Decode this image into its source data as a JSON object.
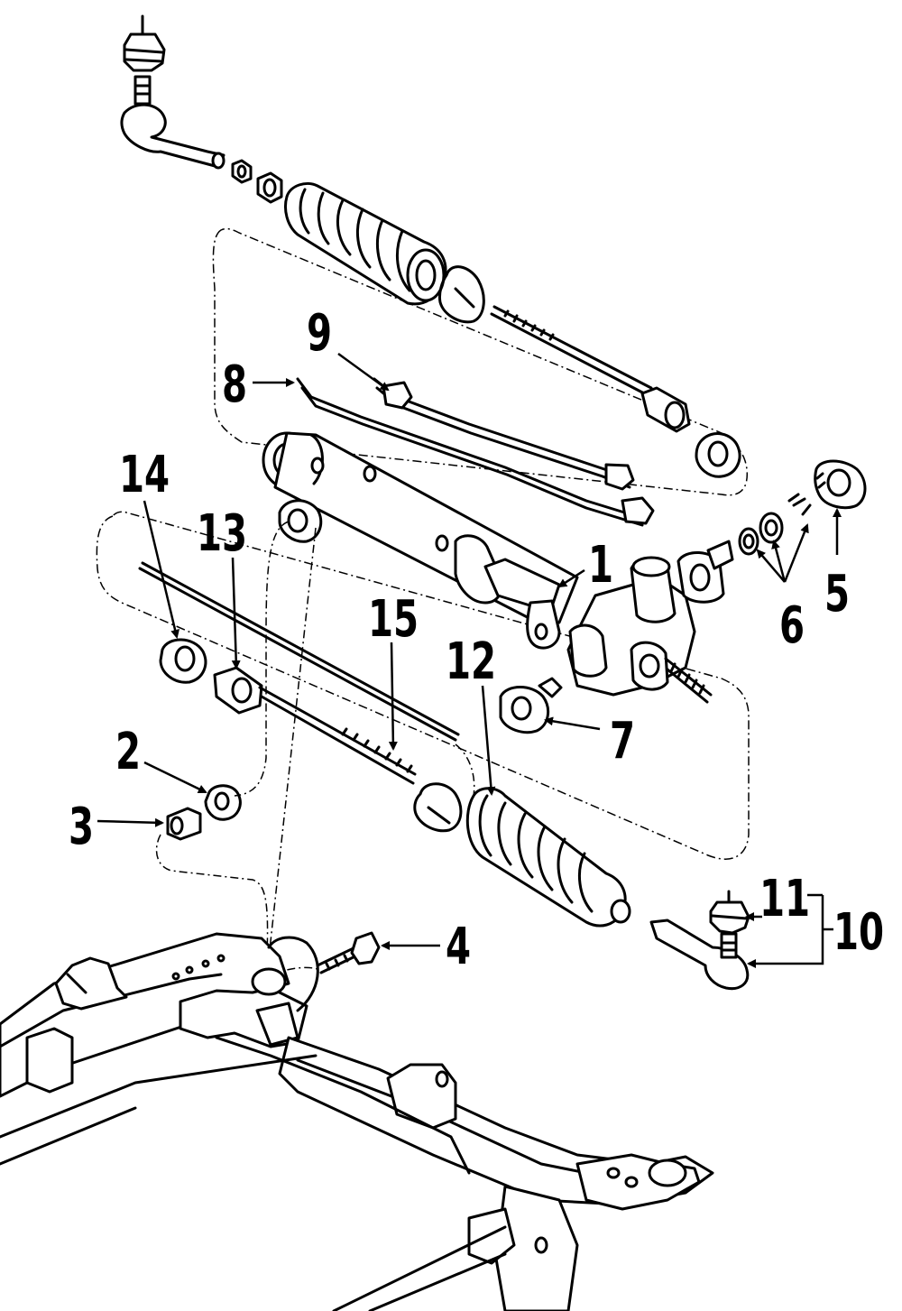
{
  "diagram": {
    "type": "exploded-parts-view",
    "callouts": [
      {
        "id": "1",
        "label": "1"
      },
      {
        "id": "2",
        "label": "2"
      },
      {
        "id": "3",
        "label": "3"
      },
      {
        "id": "4",
        "label": "4"
      },
      {
        "id": "5",
        "label": "5"
      },
      {
        "id": "6",
        "label": "6"
      },
      {
        "id": "7",
        "label": "7"
      },
      {
        "id": "8",
        "label": "8"
      },
      {
        "id": "9",
        "label": "9"
      },
      {
        "id": "10",
        "label": "10"
      },
      {
        "id": "11",
        "label": "11"
      },
      {
        "id": "12",
        "label": "12"
      },
      {
        "id": "13",
        "label": "13"
      },
      {
        "id": "14",
        "label": "14"
      },
      {
        "id": "15",
        "label": "15"
      }
    ]
  }
}
